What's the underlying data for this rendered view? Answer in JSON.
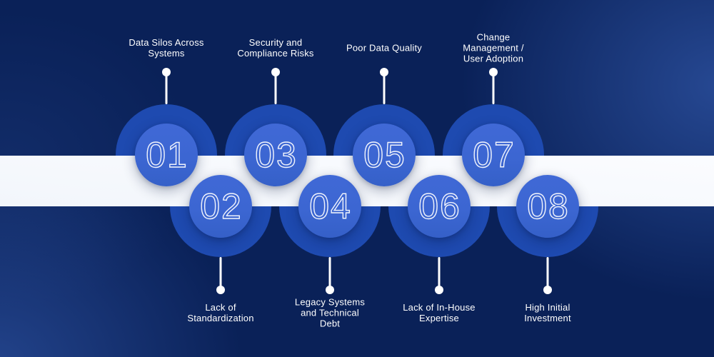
{
  "items": [
    {
      "number": "01",
      "label": "Data Silos Across\nSystems",
      "row": "top"
    },
    {
      "number": "02",
      "label": "Lack of\nStandardization",
      "row": "bottom"
    },
    {
      "number": "03",
      "label": "Security and\nCompliance Risks",
      "row": "top"
    },
    {
      "number": "04",
      "label": "Legacy Systems\nand Technical\nDebt",
      "row": "bottom"
    },
    {
      "number": "05",
      "label": "Poor Data Quality",
      "row": "top"
    },
    {
      "number": "06",
      "label": "Lack of In-House\nExpertise",
      "row": "bottom"
    },
    {
      "number": "07",
      "label": "Change\nManagement /\nUser Adoption",
      "row": "top"
    },
    {
      "number": "08",
      "label": "High Initial\nInvestment",
      "row": "bottom"
    }
  ],
  "colors": {
    "background": "#0a2158",
    "glow": "#406cc8",
    "outer_circle": "#1e4ab0",
    "inner_circle": "#3c66d2",
    "band": "#f2f6fb",
    "band_light": "#fbfcff",
    "text": "#ffffff",
    "connector": "#ffffff"
  }
}
